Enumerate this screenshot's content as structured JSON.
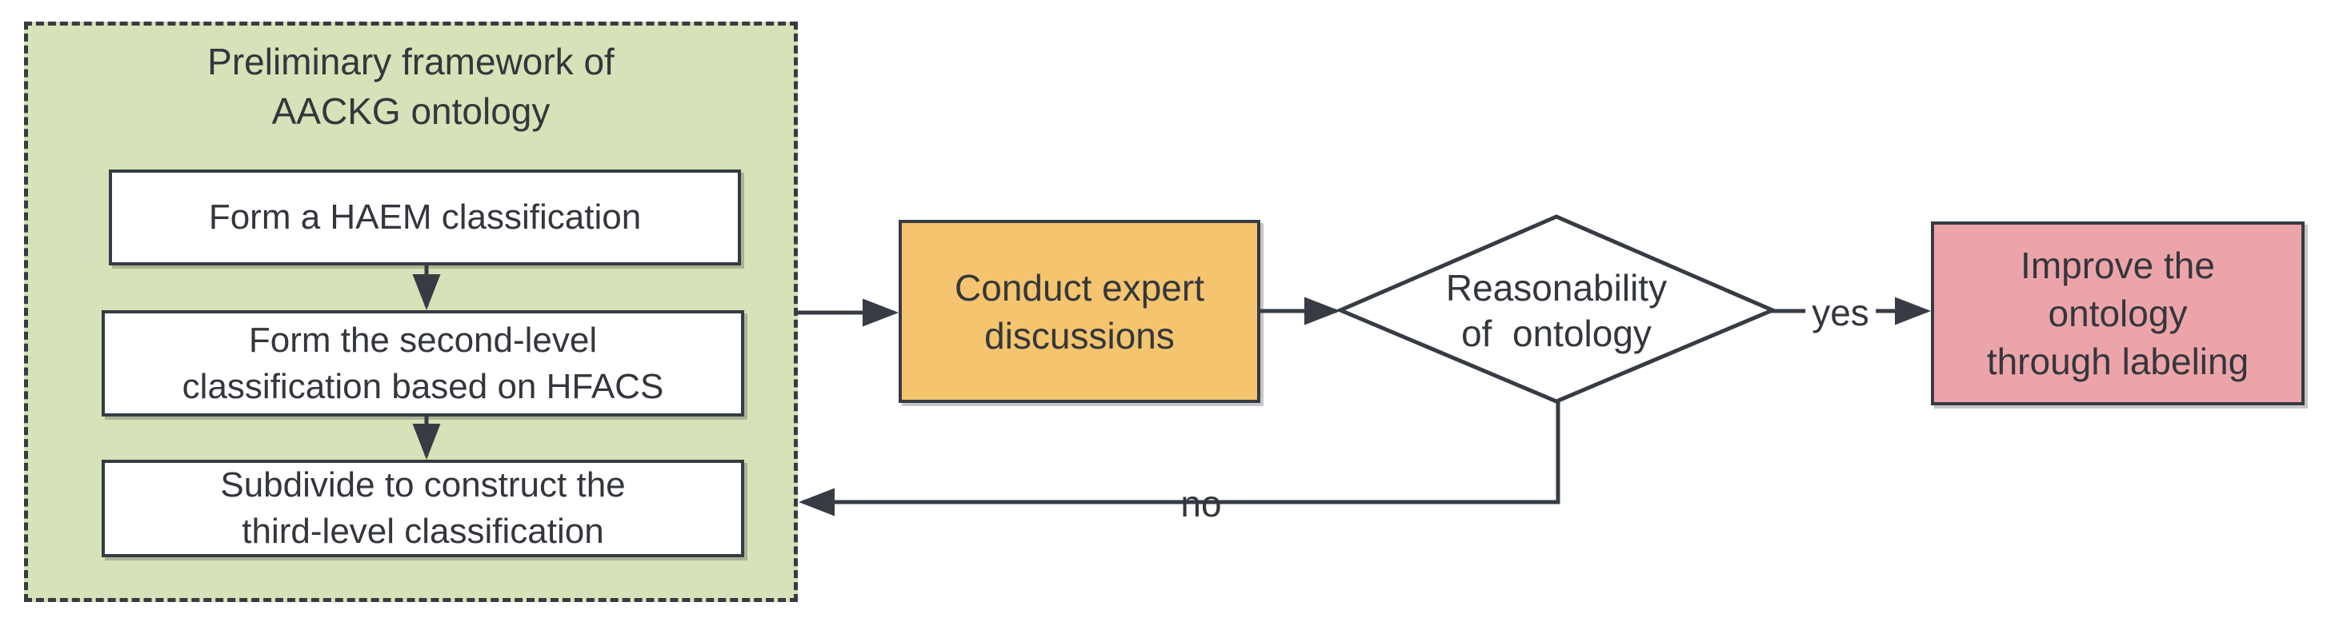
{
  "colors": {
    "group_fill": "#d6e2b7",
    "process_fill": "#f4c46e",
    "result_fill": "#eca4a9",
    "node_fill": "#ffffff",
    "stroke": "#363b44",
    "text": "#33373d"
  },
  "group": {
    "title": {
      "lines": [
        "Preliminary framework of",
        "AACKG ontology"
      ]
    }
  },
  "nodes": {
    "haem": {
      "lines": [
        "Form a HAEM classification"
      ]
    },
    "second_level": {
      "lines": [
        "Form the second-level",
        "classification based on HFACS"
      ]
    },
    "third_level": {
      "lines": [
        "Subdivide to construct the",
        "third-level classification"
      ]
    },
    "expert_discussions": {
      "lines": [
        "Conduct expert",
        "discussions"
      ]
    },
    "decision": {
      "lines": [
        "Reasonability",
        "of  ontology"
      ]
    },
    "improve": {
      "lines": [
        "Improve the",
        "ontology",
        "through labeling"
      ]
    }
  },
  "edges": {
    "yes_label": "yes",
    "no_label": "no"
  }
}
